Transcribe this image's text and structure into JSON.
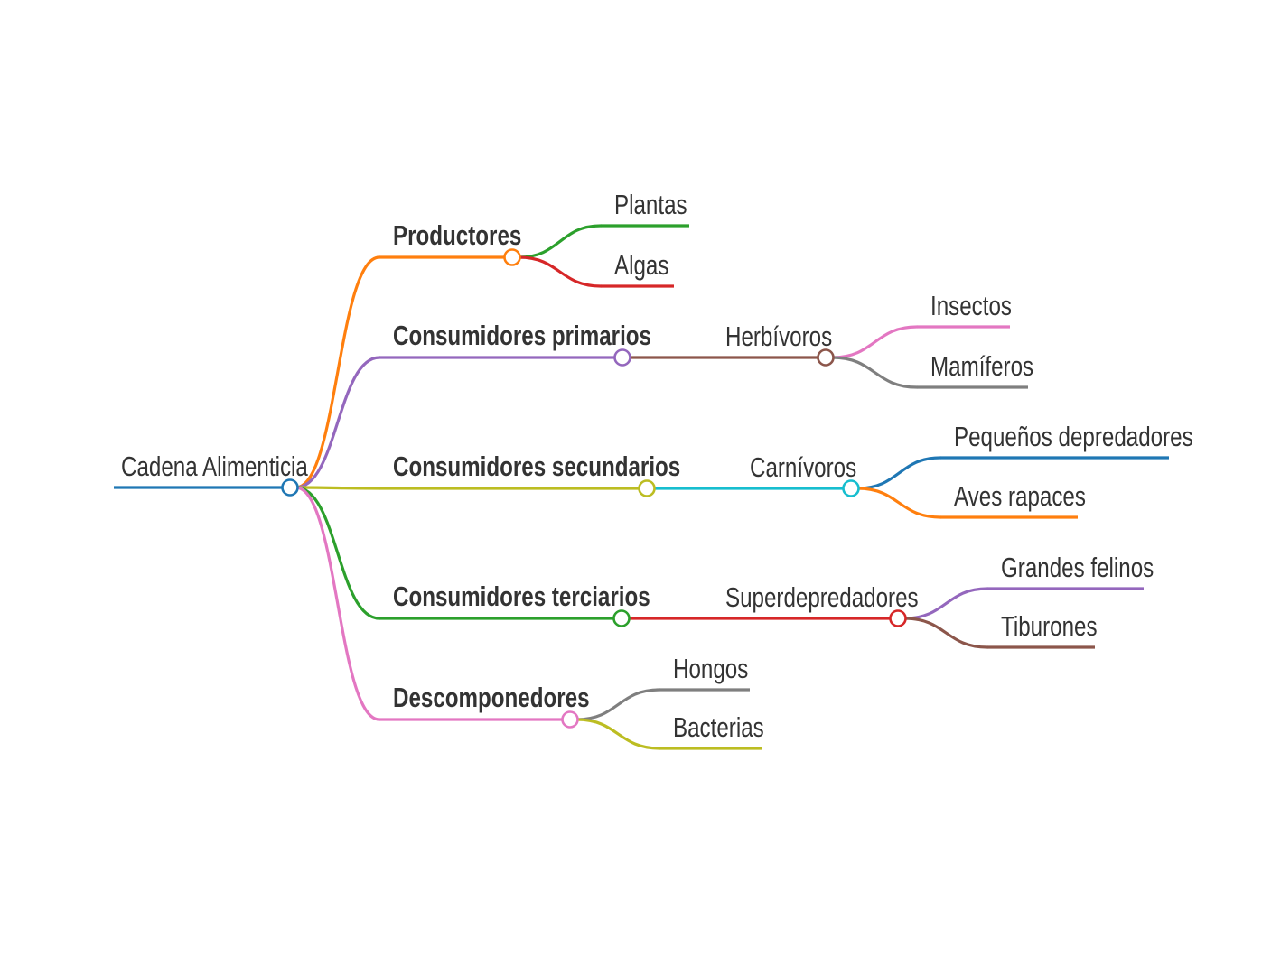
{
  "root": {
    "label": "Cadena Alimenticia",
    "color": "#1f77b4"
  },
  "branches": [
    {
      "id": "productores",
      "label": "Productores",
      "color": "#ff7f0e",
      "children": [
        {
          "label": "Plantas",
          "color": "#2ca02c"
        },
        {
          "label": "Algas",
          "color": "#d62728"
        }
      ]
    },
    {
      "id": "primarios",
      "label": "Consumidores primarios",
      "color": "#9467bd",
      "children": [
        {
          "label": "Herbívoros",
          "color": "#8c564b",
          "children": [
            {
              "label": "Insectos",
              "color": "#e377c2"
            },
            {
              "label": "Mamíferos",
              "color": "#7f7f7f"
            }
          ]
        }
      ]
    },
    {
      "id": "secundarios",
      "label": "Consumidores secundarios",
      "color": "#bcbd22",
      "children": [
        {
          "label": "Carnívoros",
          "color": "#17becf",
          "children": [
            {
              "label": "Pequeños depredadores",
              "color": "#1f77b4"
            },
            {
              "label": "Aves rapaces",
              "color": "#ff7f0e"
            }
          ]
        }
      ]
    },
    {
      "id": "terciarios",
      "label": "Consumidores terciarios",
      "color": "#2ca02c",
      "children": [
        {
          "label": "Superdepredadores",
          "color": "#d62728",
          "children": [
            {
              "label": "Grandes felinos",
              "color": "#9467bd"
            },
            {
              "label": "Tiburones",
              "color": "#8c564b"
            }
          ]
        }
      ]
    },
    {
      "id": "descomponedores",
      "label": "Descomponedores",
      "color": "#e377c2",
      "children": [
        {
          "label": "Hongos",
          "color": "#7f7f7f"
        },
        {
          "label": "Bacterias",
          "color": "#bcbd22"
        }
      ]
    }
  ]
}
